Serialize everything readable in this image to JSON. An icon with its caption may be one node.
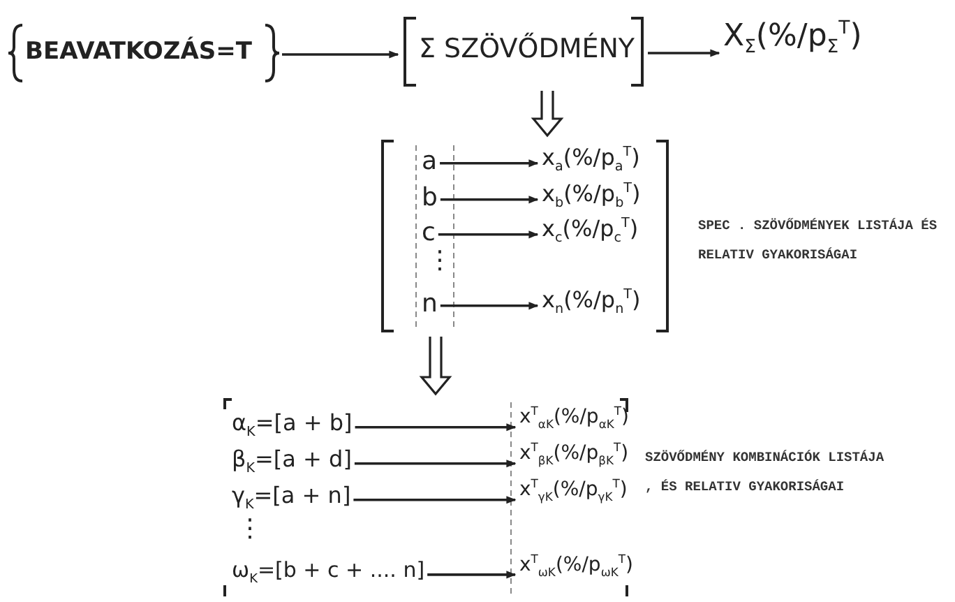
{
  "diagram": {
    "nodes": [
      {
        "text": [
          "BEAVATKOZÁS=T"
        ]
      },
      {
        "text": [
          "Σ SZÖVŐDMÉNY"
        ]
      },
      {
        "text": [
          "X$_{Σ}$(%/p$_{Σ}$$^{T}$)"
        ]
      },
      {
        "text": [],
        "shape": "box",
        "beside": [
          "SPEC . SZÖVŐDMÉNYEK LISTÁJA ÉS RELATIV GYAKORISÁGAI"
        ]
      },
      {
        "text": [
          "a"
        ],
        "in": 3
      },
      {
        "text": [
          "b"
        ],
        "in": 3
      },
      {
        "text": [
          "c"
        ],
        "in": 3
      },
      {
        "text": [
          "n"
        ],
        "in": 3
      },
      {
        "text": [
          "x$_{a}$(%/p$_{a}$$^{T}$)"
        ],
        "in": 3
      },
      {
        "text": [
          "x$_{b}$(%/p$_{b}$$^{T}$)"
        ],
        "in": 3
      },
      {
        "text": [
          "x$_{c}$(%/p$_{c}$$^{T}$)"
        ],
        "in": 3
      },
      {
        "text": [
          "x$_{n}$(%/p$_{n}$$^{T}$)"
        ],
        "in": 3
      },
      {
        "text": [],
        "shape": "box",
        "beside": [
          "SZÖVŐDMÉNY KOMBINÁCIÓK LISTÁJA , ÉS RELATIV GYAKORISÁGAI"
        ]
      },
      {
        "text": [
          "α$_{K}$=[a + b]"
        ],
        "in": 12
      },
      {
        "text": [
          "β$_{K}$=[a + d]"
        ],
        "in": 12
      },
      {
        "text": [
          "γ$_{K}$=[a + n]"
        ],
        "in": 12
      },
      {
        "text": [
          "ω$_{K}$=[b + c + .... n]"
        ],
        "in": 12
      },
      {
        "text": [
          "x$^{T}$$_{αK}$(%/p$_{αK}$$^{T}$)"
        ],
        "in": 12
      },
      {
        "text": [
          "x$^{T}$$_{βK}$(%/p$_{βK}$$^{T}$)"
        ],
        "in": 12
      },
      {
        "text": [
          "x$^{T}$$_{γK}$(%/p$_{γK}$$^{T}$)"
        ],
        "in": 12
      },
      {
        "text": [
          "x$^{T}$$_{ωK}$(%/p$_{ωK}$$^{T}$)"
        ],
        "in": 12
      }
    ],
    "edges": [
      {
        "from": 0,
        "to": 1,
        "arrow": "to"
      },
      {
        "from": 1,
        "to": 2,
        "arrow": "to"
      },
      {
        "from": 1,
        "to": 3,
        "arrow": "to",
        "style": "thick"
      },
      {
        "from": 4,
        "to": 8,
        "arrow": "to"
      },
      {
        "from": 5,
        "to": 9,
        "arrow": "to"
      },
      {
        "from": 6,
        "to": 10,
        "arrow": "to"
      },
      {
        "from": 7,
        "to": 11,
        "arrow": "to"
      },
      {
        "from": 3,
        "to": 12,
        "arrow": "to",
        "style": "thick"
      },
      {
        "from": 13,
        "to": 17,
        "arrow": "to"
      },
      {
        "from": 14,
        "to": 18,
        "arrow": "to"
      },
      {
        "from": 15,
        "to": 19,
        "arrow": "to"
      },
      {
        "from": 16,
        "to": 20,
        "arrow": "to"
      }
    ],
    "labels": [
      "⋮",
      "⋮"
    ]
  }
}
